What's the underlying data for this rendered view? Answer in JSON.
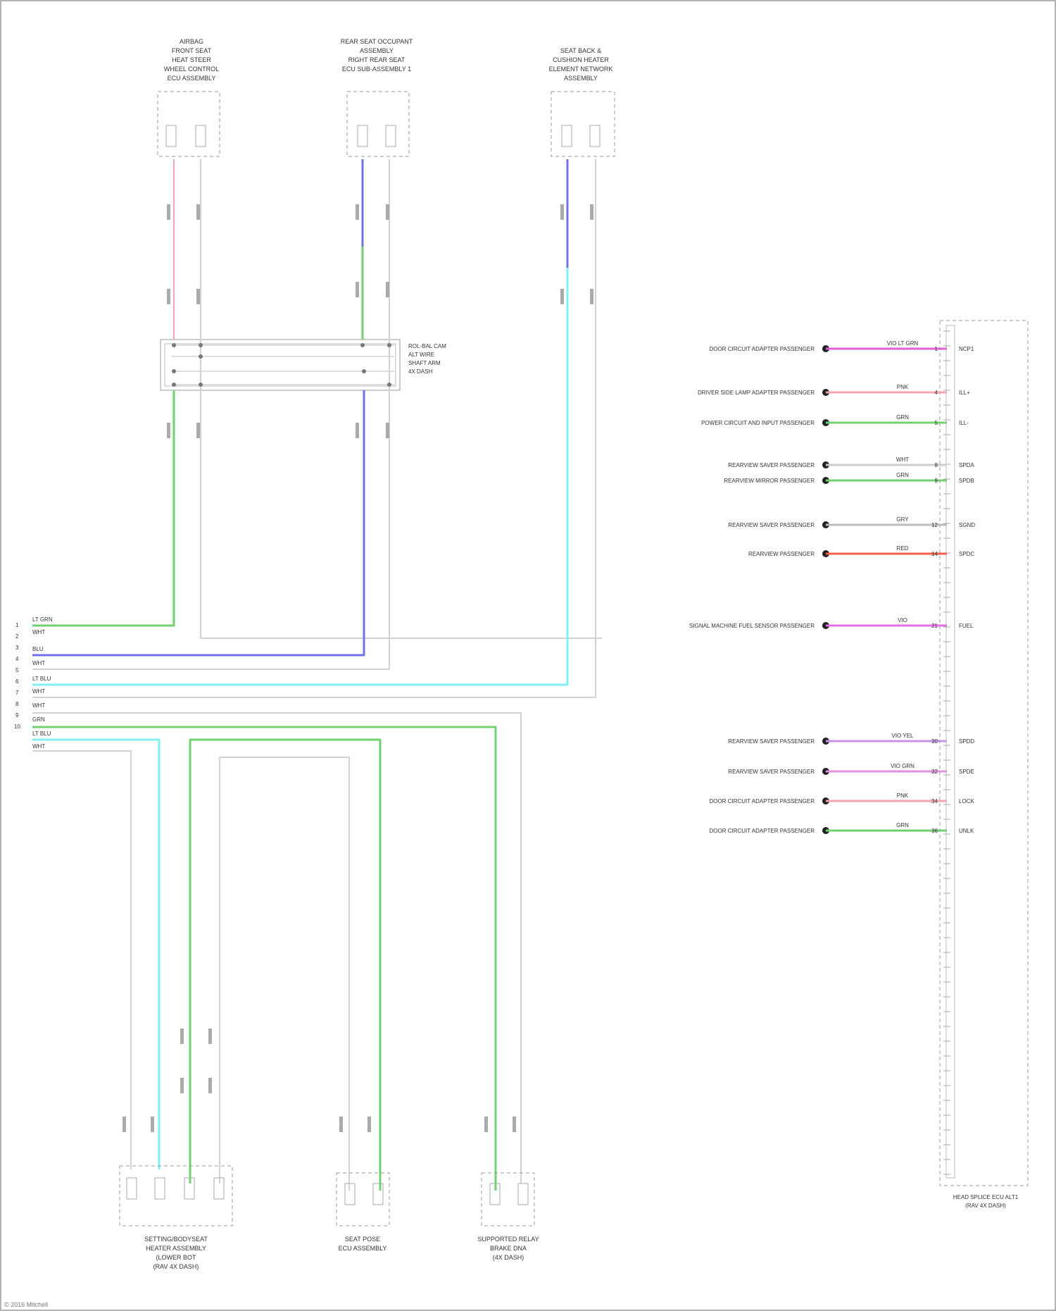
{
  "diagram": {
    "top_components": [
      {
        "title": [
          "AIRBAG",
          "FRONT SEAT",
          "HEAT STEER",
          "WHEEL CONTROL",
          "ECU ASSEMBLY"
        ]
      },
      {
        "title": [
          "REAR SEAT OCCUPANT",
          "ASSEMBLY",
          "RIGHT REAR SEAT",
          "ECU SUB-ASSEMBLY 1"
        ]
      },
      {
        "title": [
          "SEAT BACK &",
          "CUSHION HEATER",
          "ELEMENT NETWORK",
          "ASSEMBLY"
        ]
      }
    ],
    "bottom_components": [
      {
        "title": [
          "SETTING/BODYSEAT",
          "HEATER ASSEMBLY",
          "(LOWER BOT",
          "(RAV 4X DASH)"
        ]
      },
      {
        "title": [
          "SEAT POSE",
          "ECU ASSEMBLY"
        ]
      },
      {
        "title": [
          "SUPPORTED RELAY",
          "BRAKE DNA",
          "(4X DASH)"
        ]
      }
    ],
    "junction_label": [
      "ROL-BAL CAM",
      "ALT WIRE",
      "SHAFT ARM",
      "4X DASH"
    ],
    "left_pin_numbers": [
      "1",
      "2",
      "3",
      "4",
      "5",
      "6",
      "7",
      "8",
      "9",
      "10"
    ],
    "left_wire_labels": [
      "LT GRN",
      "WHT",
      "BLU",
      "WHT",
      "LT BLU",
      "WHT",
      "WHT",
      "GRN",
      "LT BLU",
      "WHT"
    ],
    "right_connector_label": [
      "HEAD SPLICE ECU ALT1",
      "(RAV 4X DASH)"
    ],
    "right_rows": [
      {
        "circuit": "DOOR CIRCUIT ADAPTER PASSENGER",
        "color_name": "VIO LT GRN",
        "pin": "1",
        "signal": "NCP1",
        "hex": "#e060d8"
      },
      {
        "circuit": "DRIVER SIDE LAMP ADAPTER PASSENGER",
        "color_name": "PNK",
        "pin": "4",
        "signal": "ILL+",
        "hex": "#f4a4b0"
      },
      {
        "circuit": "POWER CIRCUIT AND INPUT PASSENGER",
        "color_name": "GRN",
        "pin": "5",
        "signal": "ILL-",
        "hex": "#6fd26f"
      },
      {
        "circuit": "REARVIEW SAVER PASSENGER",
        "color_name": "WHT",
        "pin": "8",
        "signal": "SPDA",
        "hex": "#cccccc"
      },
      {
        "circuit": "REARVIEW MIRROR PASSENGER",
        "color_name": "GRN",
        "pin": "9",
        "signal": "SPDB",
        "hex": "#6fd26f"
      },
      {
        "circuit": "REARVIEW SAVER PASSENGER",
        "color_name": "GRY",
        "pin": "12",
        "signal": "SGND",
        "hex": "#bbbbbb"
      },
      {
        "circuit": "REARVIEW PASSENGER",
        "color_name": "RED",
        "pin": "14",
        "signal": "SPDC",
        "hex": "#f0604a"
      },
      {
        "circuit": "SIGNAL MACHINE FUEL SENSOR PASSENGER",
        "color_name": "VIO",
        "pin": "21",
        "signal": "FUEL",
        "hex": "#e070e0"
      },
      {
        "circuit": "REARVIEW SAVER PASSENGER",
        "color_name": "VIO YEL",
        "pin": "30",
        "signal": "SPDD",
        "hex": "#c890e8"
      },
      {
        "circuit": "REARVIEW SAVER PASSENGER",
        "color_name": "VIO GRN",
        "pin": "32",
        "signal": "SPDE",
        "hex": "#e090e0"
      },
      {
        "circuit": "DOOR CIRCUIT ADAPTER PASSENGER",
        "color_name": "PNK",
        "pin": "34",
        "signal": "LOCK",
        "hex": "#f4a4b0"
      },
      {
        "circuit": "DOOR CIRCUIT ADAPTER PASSENGER",
        "color_name": "GRN",
        "pin": "36",
        "signal": "UNLK",
        "hex": "#6fd26f"
      }
    ],
    "footer": "© 2016 Mitchell"
  },
  "colors": {
    "green": "#6fd26f",
    "blue": "#7070e8",
    "cyan": "#80f0f0",
    "pink": "#f4a4b0",
    "gray_wire": "#d2d2d2",
    "outline": "#999999"
  }
}
